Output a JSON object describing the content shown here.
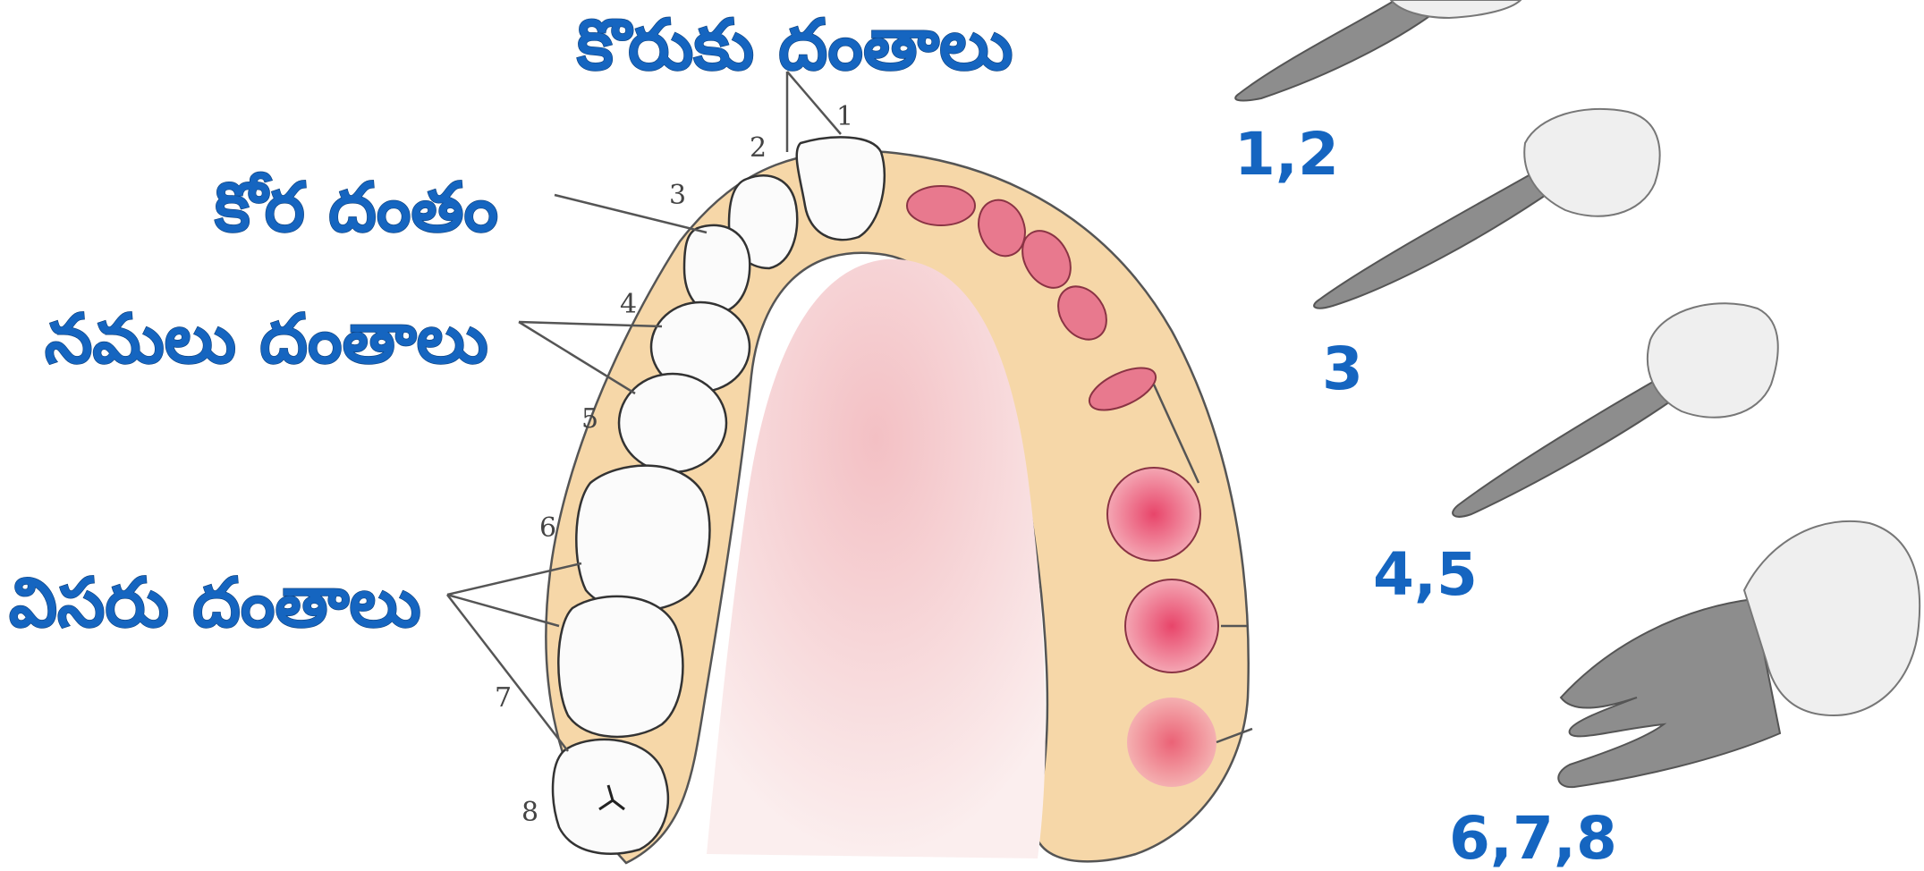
{
  "labels": {
    "incisors": "కొరుకు దంతాలు",
    "canine": "కోర దంతం",
    "premolars": "నమలు దంతాలు",
    "molars": "విసరు దంతాలు"
  },
  "tooth_numbers": [
    "1",
    "2",
    "3",
    "4",
    "5",
    "6",
    "7",
    "8"
  ],
  "tooth_groups": {
    "incisors": "1,2",
    "canine": "3",
    "premolars": "4,5",
    "molars": "6,7,8"
  },
  "colors": {
    "label_blue": "#1565c0",
    "gum": "#f6d7a8",
    "palate": "#f7d2d2",
    "socket": "#e8798e",
    "root": "#8d8d8d",
    "crown": "#efefef"
  }
}
